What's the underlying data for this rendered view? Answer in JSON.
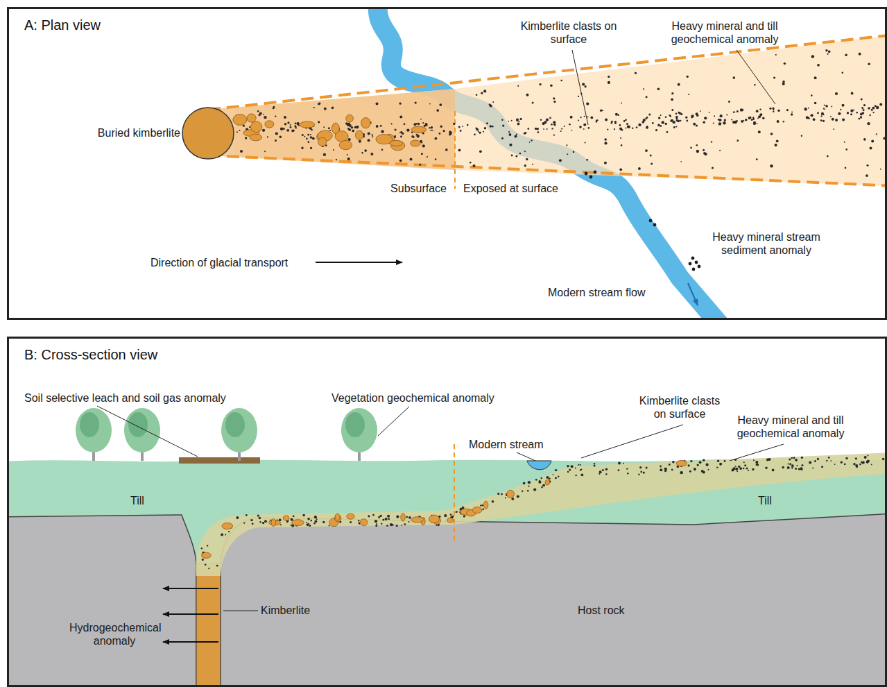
{
  "diagram": {
    "nodes": [
      {
        "text": [
          "A: Plan view"
        ]
      },
      {
        "text": [
          "B: Cross-section view"
        ]
      }
    ],
    "labels": [
      "Buried kimberlite",
      "Kimberlite clasts on surface",
      "Heavy mineral and till geochemical anomaly",
      "Subsurface",
      "Exposed at surface",
      "Direction of glacial transport",
      "Heavy mineral stream sediment anomaly",
      "Modern stream flow",
      "Soil selective leach and soil gas anomaly",
      "Vegetation geochemical anomaly",
      "Kimberlite clasts on surface",
      "Modern stream",
      "Heavy mineral and till geochemical anomaly",
      "Till",
      "Till",
      "Host rock",
      "Hydrogeochemical anomaly",
      "Kimberlite"
    ]
  }
}
